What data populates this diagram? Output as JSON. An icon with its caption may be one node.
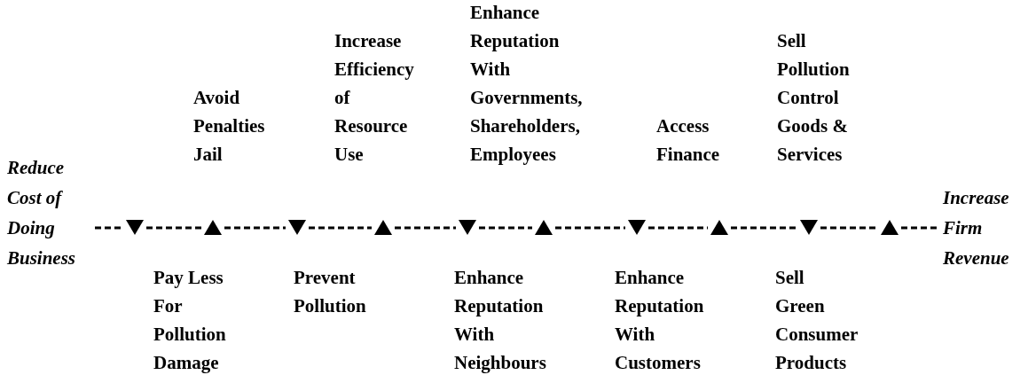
{
  "diagram": {
    "nodes": [
      {
        "text": [
          "Reduce Cost of Doing Business"
        ]
      },
      {
        "text": [
          "Increase Firm Revenue"
        ]
      },
      {
        "text": [],
        "shape": "triangle"
      },
      {
        "text": [],
        "shape": "triangle"
      },
      {
        "text": [],
        "shape": "triangle"
      },
      {
        "text": [],
        "shape": "triangle"
      },
      {
        "text": [],
        "shape": "triangle"
      },
      {
        "text": [],
        "shape": "triangle"
      },
      {
        "text": [],
        "shape": "triangle"
      },
      {
        "text": [],
        "shape": "triangle"
      },
      {
        "text": [],
        "shape": "triangle"
      },
      {
        "text": [],
        "shape": "triangle"
      }
    ],
    "edges": [
      {
        "from": 0,
        "to": 2,
        "arrow": "none",
        "style": "dashed"
      },
      {
        "from": 2,
        "to": 3,
        "arrow": "none",
        "style": "dashed"
      },
      {
        "from": 3,
        "to": 4,
        "arrow": "none",
        "style": "dashed"
      },
      {
        "from": 4,
        "to": 5,
        "arrow": "none",
        "style": "dashed"
      },
      {
        "from": 5,
        "to": 6,
        "arrow": "none",
        "style": "dashed"
      },
      {
        "from": 6,
        "to": 7,
        "arrow": "none",
        "style": "dashed"
      },
      {
        "from": 7,
        "to": 8,
        "arrow": "none",
        "style": "dashed"
      },
      {
        "from": 8,
        "to": 9,
        "arrow": "none",
        "style": "dashed"
      },
      {
        "from": 9,
        "to": 10,
        "arrow": "none",
        "style": "dashed"
      },
      {
        "from": 10,
        "to": 11,
        "arrow": "none",
        "style": "dashed"
      },
      {
        "from": 11,
        "to": 1,
        "arrow": "none",
        "style": "dashed"
      }
    ],
    "labels": [
      "Avoid Penalties Jail",
      "Increase Efficiency of Resource Use",
      "Enhance Reputation With Governments, Shareholders, Employees",
      "Access Finance",
      "Sell Pollution Control Goods & Services",
      "Pay Less For Pollution Damage",
      "Prevent Pollution",
      "Enhance Reputation With Neighbours",
      "Enhance Reputation With Customers",
      "Sell Green Consumer Products"
    ]
  }
}
